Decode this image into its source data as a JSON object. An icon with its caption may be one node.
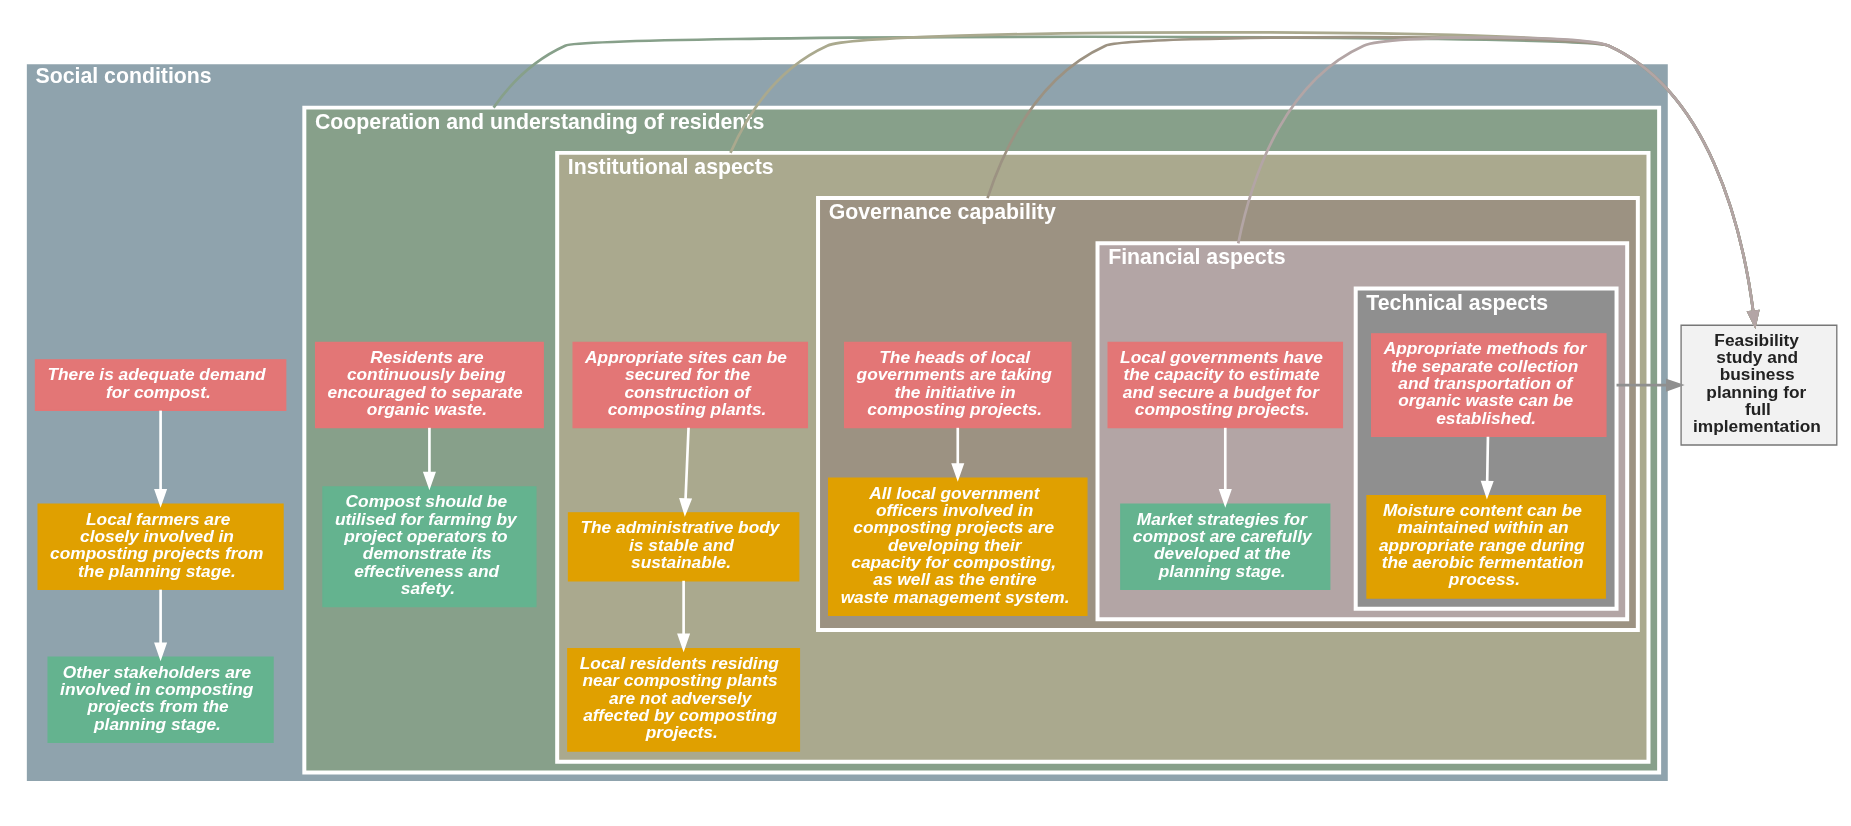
{
  "diagram": {
    "nodes": [
      {
        "text": [
          "Social conditions"
        ]
      },
      {
        "text": [
          "There is adequate demand for compost."
        ],
        "in": 0
      },
      {
        "text": [
          "Local farmers are closely involved in composting projects from the planning stage."
        ],
        "in": 0
      },
      {
        "text": [
          "Other stakeholders are involved in composting projects from the planning stage."
        ],
        "in": 0
      },
      {
        "text": [
          "Cooperation and understanding of residents"
        ],
        "in": 0
      },
      {
        "text": [
          "Residents are continuously being encouraged to separate organic waste."
        ],
        "in": 4
      },
      {
        "text": [
          "Compost should be utilised for farming by project operators to demonstrate its effectiveness and safety."
        ],
        "in": 4
      },
      {
        "text": [
          "Institutional aspects"
        ],
        "in": 4
      },
      {
        "text": [
          "Appropriate sites can be secured for the construction of composting plants."
        ],
        "in": 7
      },
      {
        "text": [
          "The administrative body is stable and sustainable."
        ],
        "in": 7
      },
      {
        "text": [
          "Local residents residing near composting plants are not adversely affected by composting projects."
        ],
        "in": 7
      },
      {
        "text": [
          "Governance capability"
        ],
        "in": 7
      },
      {
        "text": [
          "The heads of local governments are taking the initiative in composting projects."
        ],
        "in": 11
      },
      {
        "text": [
          "All local government officers involved in composting projects are developing their capacity for composting, as well as the entire waste management system."
        ],
        "in": 11
      },
      {
        "text": [
          "Financial aspects"
        ],
        "in": 11
      },
      {
        "text": [
          "Local governments have the capacity to estimate and secure a budget for composting projects."
        ],
        "in": 14
      },
      {
        "text": [
          "Market strategies for compost are carefully developed at the planning stage."
        ],
        "in": 14
      },
      {
        "text": [
          "Technical aspects"
        ],
        "in": 14
      },
      {
        "text": [
          "Appropriate methods for the separate collection and transportation of organic waste can be established."
        ],
        "in": 17
      },
      {
        "text": [
          "Moisture content can be maintained within an appropriate range during the aerobic fermentation process."
        ],
        "in": 17
      },
      {
        "text": [
          "Feasibility study and business planning for full implementation"
        ]
      }
    ],
    "edges": [
      {
        "from": 1,
        "to": 2,
        "arrow": "to"
      },
      {
        "from": 2,
        "to": 3,
        "arrow": "to"
      },
      {
        "from": 5,
        "to": 6,
        "arrow": "to"
      },
      {
        "from": 8,
        "to": 9,
        "arrow": "to"
      },
      {
        "from": 9,
        "to": 10,
        "arrow": "to"
      },
      {
        "from": 12,
        "to": 13,
        "arrow": "to"
      },
      {
        "from": 15,
        "to": 16,
        "arrow": "to"
      },
      {
        "from": 18,
        "to": 19,
        "arrow": "to"
      },
      {
        "from": 0,
        "to": 20,
        "arrow": "to",
        "color": "#8fa3ad"
      },
      {
        "from": 4,
        "to": 20,
        "arrow": "to",
        "color": "#87a08a"
      },
      {
        "from": 7,
        "to": 20,
        "arrow": "to",
        "color": "#aaa98e"
      },
      {
        "from": 11,
        "to": 20,
        "arrow": "to",
        "color": "#9c9282"
      },
      {
        "from": 14,
        "to": 20,
        "arrow": "to",
        "color": "#b3a5a5"
      },
      {
        "from": 17,
        "to": 20,
        "arrow": "to",
        "color": "#8f8f8f"
      }
    ]
  }
}
